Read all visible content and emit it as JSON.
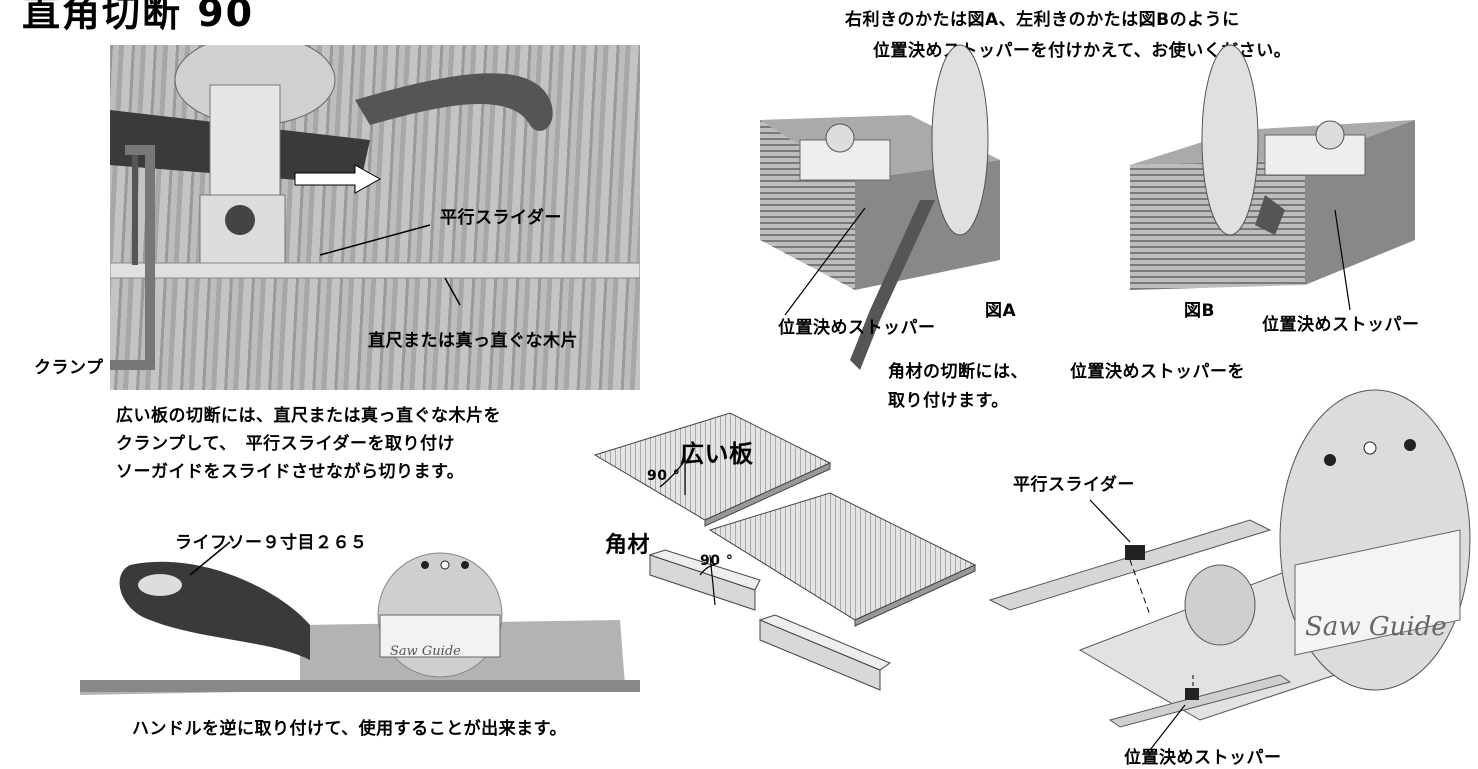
{
  "title": "直角切断 90",
  "header_note": {
    "line1": "右利きのかたは図A、左利きのかたは図Bのように",
    "line2": "位置決めストッパーを付けかえて、お使いください。"
  },
  "photo1": {
    "slider_label": "平行スライダー",
    "ruler_label": "直尺または真っ直ぐな木片",
    "clamp_label": "クランプ"
  },
  "photo1_caption": {
    "line1": "広い板の切断には、直尺または真っ直ぐな木片を",
    "line2": "クランプして、　平行スライダーを取り付け",
    "line3": "ソーガイドをスライドさせながら切ります。"
  },
  "figA": {
    "label": "図A",
    "stopper_label": "位置決めストッパー"
  },
  "figB": {
    "label": "図B",
    "stopper_label": "位置決めストッパー"
  },
  "figs_caption": {
    "left_line1": "角材の切断には、",
    "left_line2": "取り付けます。",
    "right_line1": "位置決めストッパーを"
  },
  "saw_photo": {
    "saw_label": "ライフソー９寸目２６５",
    "caption": "ハンドルを逆に取り付けて、使用することが出来ます。",
    "guide_brand": "Saw Guide"
  },
  "diagram": {
    "board_label": "広い板",
    "lumber_label": "角材",
    "angle_board": "90 °",
    "angle_lumber": "90 °"
  },
  "parts": {
    "slider_label": "平行スライダー",
    "stopper_label": "位置決めストッパー",
    "guide_brand": "Saw Guide"
  }
}
